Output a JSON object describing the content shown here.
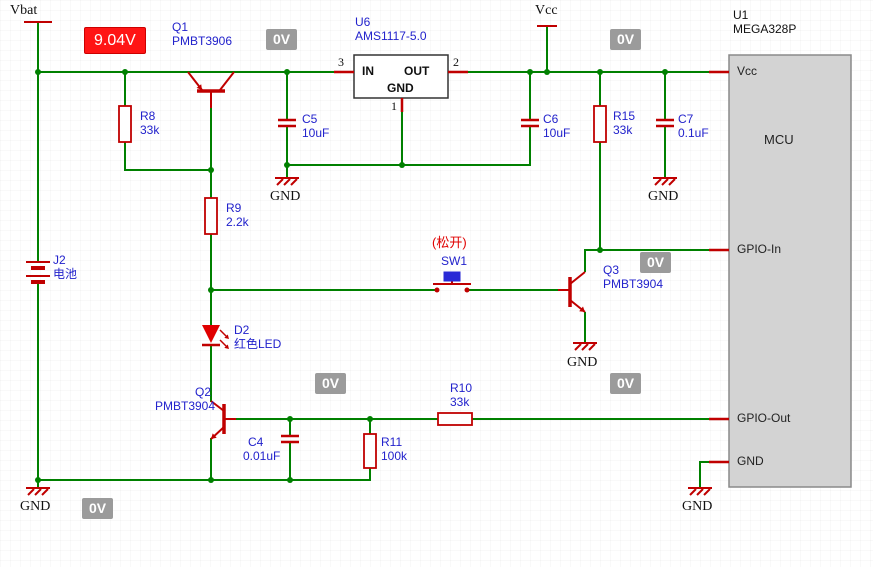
{
  "colors": {
    "wire": "#008000",
    "component": "#c00000",
    "label_blue": "#2222cc",
    "net_black": "#101010",
    "badge_bg": "#9b9b9b",
    "probe_bg": "#ff1414",
    "mcu_fill": "#d3d3d3",
    "switch_cap": "#2929d6"
  },
  "nets": {
    "vbat": "Vbat",
    "vcc": "Vcc",
    "gnd_c5": "GND",
    "gnd_c7": "GND",
    "gnd_q3": "GND",
    "gnd_left": "GND",
    "gnd_mcu": "GND"
  },
  "probes": {
    "vbat_voltage": "9.04V",
    "ov_reg_in": "0V",
    "ov_vcc": "0V",
    "ov_gpio_in": "0V",
    "ov_gpio_out_left": "0V",
    "ov_gpio_out_right": "0V",
    "ov_gnd": "0V"
  },
  "regulator": {
    "ref": "U6",
    "part": "AMS1117-5.0",
    "pin_in_label": "IN",
    "pin_out_label": "OUT",
    "pin_gnd_label": "GND",
    "pin_in_num": "3",
    "pin_out_num": "2",
    "pin_gnd_num": "1"
  },
  "mcu": {
    "ref": "U1",
    "part": "MEGA328P",
    "name": "MCU",
    "pin_vcc": "Vcc",
    "pin_gpio_in": "GPIO-In",
    "pin_gpio_out": "GPIO-Out",
    "pin_gnd": "GND"
  },
  "q1": {
    "ref": "Q1",
    "part": "PMBT3906"
  },
  "q2": {
    "ref": "Q2",
    "part": "PMBT3904"
  },
  "q3": {
    "ref": "Q3",
    "part": "PMBT3904"
  },
  "r8": {
    "ref": "R8",
    "value": "33k"
  },
  "r9": {
    "ref": "R9",
    "value": "2.2k"
  },
  "r10": {
    "ref": "R10",
    "value": "33k"
  },
  "r11": {
    "ref": "R11",
    "value": "100k"
  },
  "r15": {
    "ref": "R15",
    "value": "33k"
  },
  "c4": {
    "ref": "C4",
    "value": "0.01uF"
  },
  "c5": {
    "ref": "C5",
    "value": "10uF"
  },
  "c6": {
    "ref": "C6",
    "value": "10uF"
  },
  "c7": {
    "ref": "C7",
    "value": "0.1uF"
  },
  "d2": {
    "ref": "D2",
    "value": "红色LED"
  },
  "sw1": {
    "ref": "SW1",
    "state": "(松开)"
  },
  "j2": {
    "ref": "J2",
    "value": "电池"
  }
}
